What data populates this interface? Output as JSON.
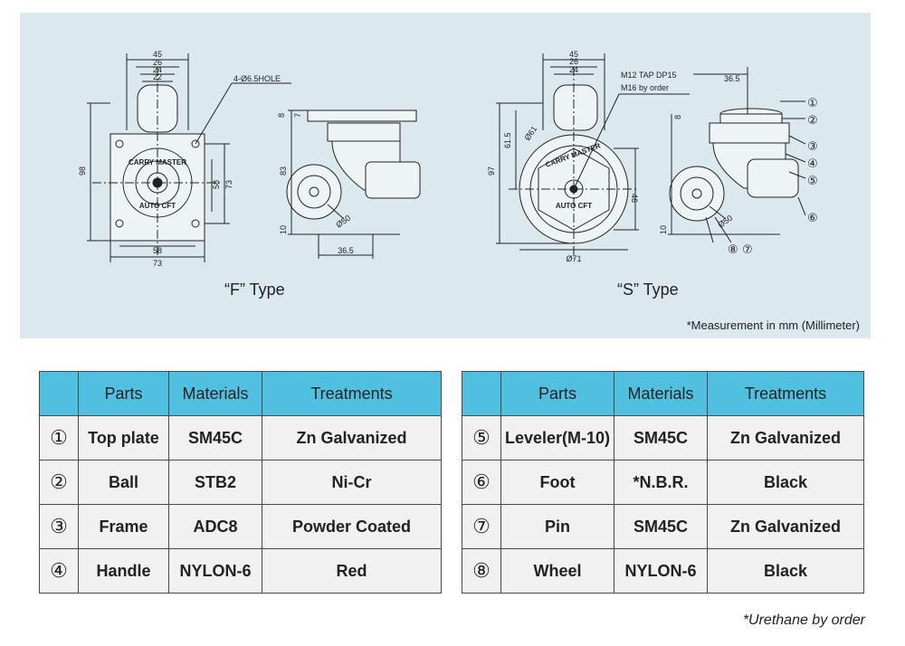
{
  "drawing": {
    "f_type_label": "“F” Type",
    "s_type_label": "“S” Type",
    "measurement_note": "*Measurement in mm (Millimeter)",
    "f_dims": {
      "w45": "45",
      "w26": "26",
      "w24": "24",
      "w22": "22",
      "hole": "4-Ø6.5HOLE",
      "h98": "98",
      "h58": "58",
      "h73": "73",
      "b58": "58",
      "b73": "73",
      "s8": "8",
      "s7": "7",
      "h83": "83",
      "h10": "10",
      "d50": "Ø50",
      "o365": "36.5",
      "brand_top": "CARRY MASTER",
      "brand_bottom": "AUTO CFT"
    },
    "s_dims": {
      "w45": "45",
      "w26": "26",
      "w24": "24",
      "tap1": "M12 TAP DP15",
      "tap2": "M16  by order",
      "o365": "36.5",
      "h615": "61.5",
      "d61": "Ø61",
      "h97": "97",
      "h46": "46",
      "d71": "Ø71",
      "s8": "8",
      "h10": "10",
      "d50": "Ø50",
      "brand_top": "CARRY MASTER",
      "brand_bottom": "AUTO CFT"
    },
    "callouts": [
      "①",
      "②",
      "③",
      "④",
      "⑤",
      "⑥",
      "⑦",
      "⑧"
    ]
  },
  "tables": {
    "headers": [
      "",
      "Parts",
      "Materials",
      "Treatments"
    ],
    "left": [
      {
        "num": "①",
        "part": "Top plate",
        "material": "SM45C",
        "treatment": "Zn Galvanized"
      },
      {
        "num": "②",
        "part": "Ball",
        "material": "STB2",
        "treatment": "Ni-Cr"
      },
      {
        "num": "③",
        "part": "Frame",
        "material": "ADC8",
        "treatment": "Powder Coated"
      },
      {
        "num": "④",
        "part": "Handle",
        "material": "NYLON-6",
        "treatment": "Red"
      }
    ],
    "right": [
      {
        "num": "⑤",
        "part": "Leveler(M-10)",
        "material": "SM45C",
        "treatment": "Zn Galvanized"
      },
      {
        "num": "⑥",
        "part": "Foot",
        "material": "*N.B.R.",
        "treatment": "Black"
      },
      {
        "num": "⑦",
        "part": "Pin",
        "material": "SM45C",
        "treatment": "Zn Galvanized"
      },
      {
        "num": "⑧",
        "part": "Wheel",
        "material": "NYLON-6",
        "treatment": "Black"
      }
    ]
  },
  "footer_note": "*Urethane by order"
}
